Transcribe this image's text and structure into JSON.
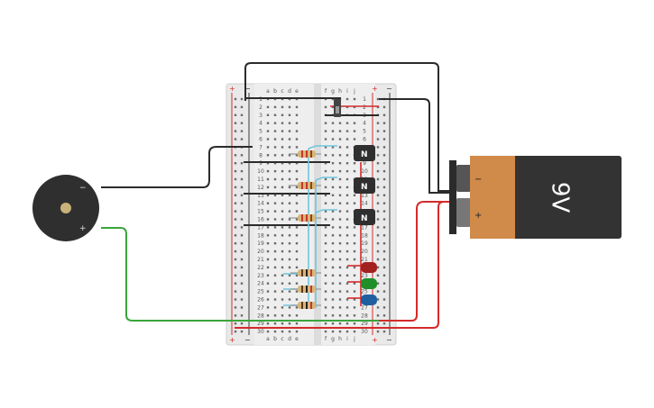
{
  "breadboard": {
    "col_letters_left": [
      "a",
      "b",
      "c",
      "d",
      "e"
    ],
    "col_letters_right": [
      "f",
      "g",
      "h",
      "i",
      "j"
    ],
    "row_count": 30,
    "rail_plus": "+",
    "rail_minus": "−"
  },
  "battery": {
    "label": "9V",
    "minus_label": "−",
    "plus_label": "+"
  },
  "buzzer": {
    "minus_label": "−",
    "plus_label": "+"
  },
  "transistors": [
    {
      "label": "N"
    },
    {
      "label": "N"
    },
    {
      "label": "N"
    }
  ],
  "leds": [
    {
      "color": "#a32020"
    },
    {
      "color": "#1f8f2a"
    },
    {
      "color": "#1f5fa0"
    }
  ],
  "colors": {
    "wire_black": "#2b2b2b",
    "wire_red": "#d42a2a",
    "wire_green": "#3aa53a",
    "wire_cyan": "#6fc6dc",
    "battery_body": "#333333",
    "battery_label_band": "#d08a4a",
    "breadboard": "#e9e9e9"
  }
}
